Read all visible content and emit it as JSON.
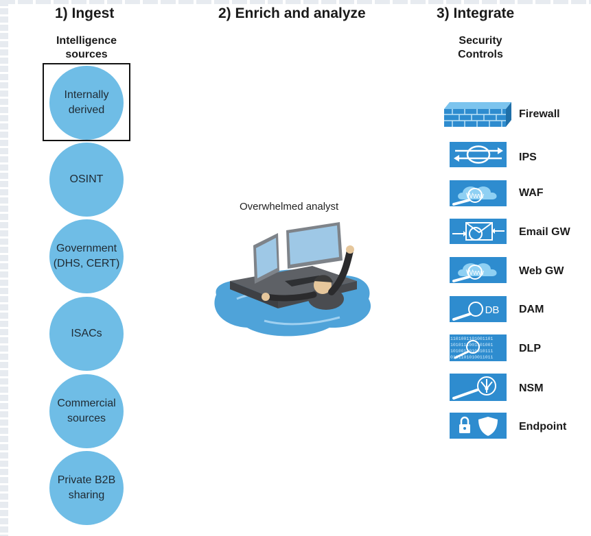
{
  "columns": [
    {
      "heading": "1) Ingest",
      "subheading_lines": [
        "Intelligence",
        "sources"
      ]
    },
    {
      "heading": "2) Enrich and analyze"
    },
    {
      "heading": "3) Integrate",
      "subheading_lines": [
        "Security",
        "Controls"
      ]
    }
  ],
  "sources": [
    {
      "lines": [
        "Internally",
        "derived"
      ],
      "highlighted": true
    },
    {
      "lines": [
        "OSINT"
      ]
    },
    {
      "lines": [
        "Government",
        "(DHS, CERT)"
      ]
    },
    {
      "lines": [
        "ISACs"
      ]
    },
    {
      "lines": [
        "Commercial",
        "sources"
      ]
    },
    {
      "lines": [
        "Private B2B",
        "sharing"
      ]
    }
  ],
  "analyst": {
    "label": "Overwhelmed analyst"
  },
  "controls": [
    {
      "label": "Firewall",
      "icon": "firewall-icon"
    },
    {
      "label": "IPS",
      "icon": "ips-arrows-icon"
    },
    {
      "label": "WAF",
      "icon": "www-cloud-icon"
    },
    {
      "label": "Email GW",
      "icon": "envelope-icon"
    },
    {
      "label": "Web GW",
      "icon": "www-cloud-icon"
    },
    {
      "label": "DAM",
      "icon": "database-search-icon",
      "icon_text": "DB"
    },
    {
      "label": "DLP",
      "icon": "binary-data-icon",
      "icon_text": [
        "1101001101001101",
        "1010111001101001",
        "1010011010010111",
        "0101101010011011"
      ]
    },
    {
      "label": "NSM",
      "icon": "network-monitor-icon"
    },
    {
      "label": "Endpoint",
      "icon": "lock-shield-icon"
    }
  ],
  "colors": {
    "circle_fill": "#6fbde6",
    "icon_blue": "#2e8ccf",
    "water": "#4fa3d9"
  }
}
